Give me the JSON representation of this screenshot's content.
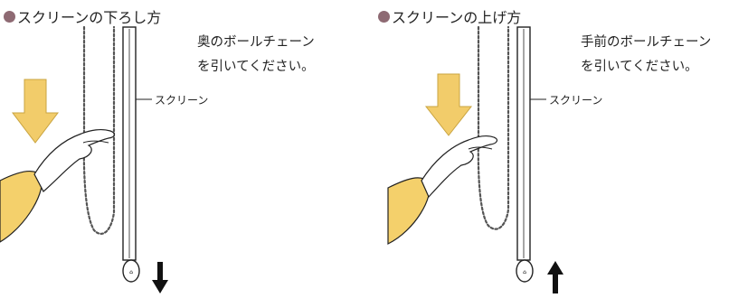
{
  "colors": {
    "bullet": "#8e6a73",
    "arrow_fill": "#f2cc6a",
    "arrow_stroke": "#c9a441",
    "sleeve": "#f4d06b",
    "line": "#222222"
  },
  "panels": [
    {
      "heading": "スクリーンの下ろし方",
      "instruction": "奥のボールチェーン\nを引いてください。",
      "screen_label": "スクリーン",
      "direction": "down",
      "icons": [
        "down-arrow-icon",
        "hand-pulling-chain",
        "bottom-arrow-down-icon"
      ]
    },
    {
      "heading": "スクリーンの上げ方",
      "instruction": "手前のボールチェーン\nを引いてください。",
      "screen_label": "スクリーン",
      "direction": "up",
      "icons": [
        "down-arrow-icon",
        "hand-pulling-chain",
        "bottom-arrow-up-icon"
      ]
    }
  ]
}
